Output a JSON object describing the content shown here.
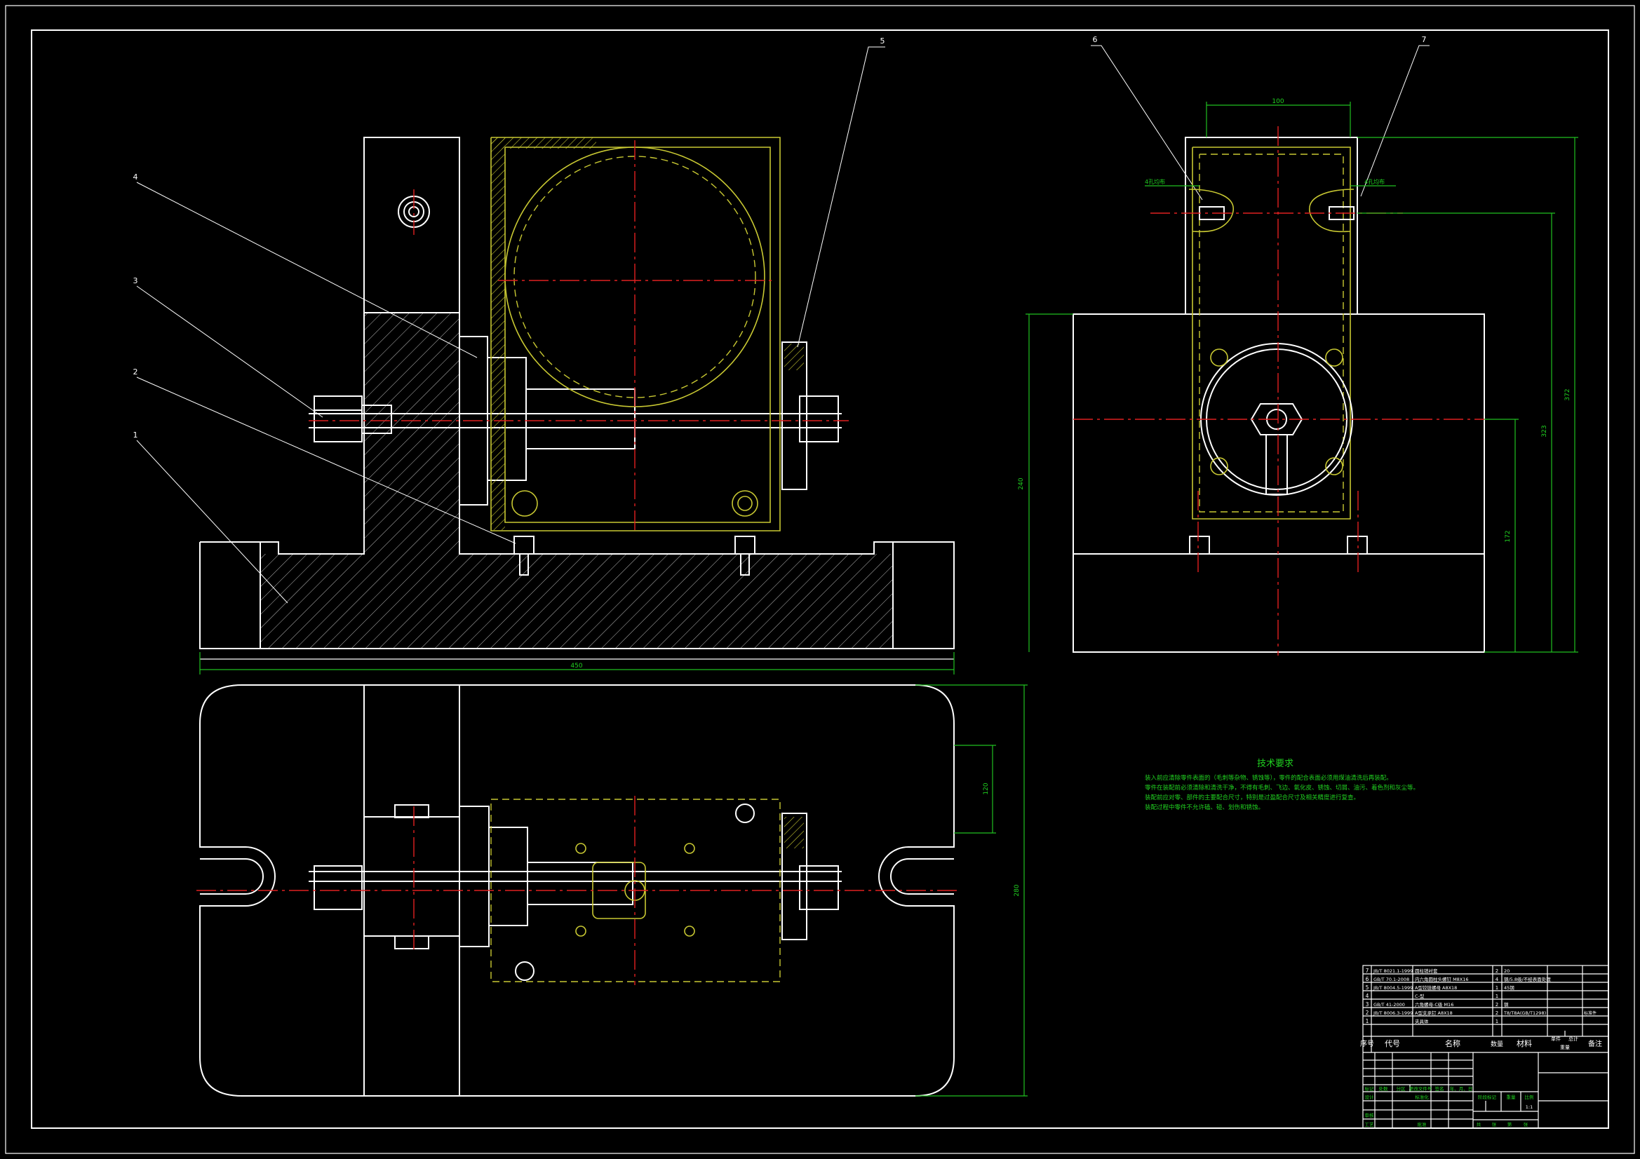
{
  "part_labels": [
    "1",
    "2",
    "3",
    "4",
    "5",
    "6",
    "7"
  ],
  "dimensions": {
    "front_overall_width": "450",
    "top_inner_height": "120",
    "top_overall_height": "280",
    "side_width_top": "100",
    "side_height_left": "240",
    "side_height_a": "172",
    "side_height_b": "323",
    "side_height_c": "372",
    "side_note_left": "4孔均布",
    "side_note_right": "4孔均布"
  },
  "tech_requirements": {
    "title": "技术要求",
    "lines": [
      "装入前应清除零件表面的（毛刺等杂物、锈蚀等），零件的配合表面必须用煤油清洗后再装配。",
      "零件在装配前必须清除和清洗干净，不得有毛刺、飞边、氧化皮、锈蚀、切屑、油污、着色剂和灰尘等。",
      "装配前应对零、部件的主要配合尺寸，特别是过盈配合尺寸及相关精度进行复查。",
      "装配过程中零件不允许磕、碰、划伤和锈蚀。"
    ]
  },
  "bom": {
    "rows": [
      {
        "no": "7",
        "code": "JB/T 8021.1-1999",
        "name": "圆柱销衬套",
        "qty": "2",
        "material": "20",
        "note": ""
      },
      {
        "no": "6",
        "code": "GB/T 70.1-2008",
        "name": "内六角圆柱头螺钉 M8X16",
        "qty": "4",
        "material": "钢/5.8级",
        "note": "钢/5.8级/不经表面处理"
      },
      {
        "no": "5",
        "code": "JB/T 8004.5-1999",
        "name": "A型铰链螺母 A8X18",
        "qty": "1",
        "material": "45钢",
        "note": ""
      },
      {
        "no": "4",
        "code": "",
        "name": "C-型",
        "qty": "1",
        "material": "",
        "note": ""
      },
      {
        "no": "3",
        "code": "GB/T 41-2000",
        "name": "六角螺母-C级 M16",
        "qty": "2",
        "material": "钢",
        "note": ""
      },
      {
        "no": "2",
        "code": "JB/T 8006.3-1999",
        "name": "A型支承钉 A8X18",
        "qty": "2",
        "material": "T8/T8A(GB/T1298)",
        "note": "标准件"
      },
      {
        "no": "1",
        "code": "",
        "name": "夹具体",
        "qty": "1",
        "material": "",
        "note": ""
      }
    ],
    "headers": {
      "no": "序号",
      "code": "代号",
      "name": "名称",
      "qty": "数量",
      "material": "材料",
      "unit_weight": "单件",
      "total_weight": "总计",
      "weight": "重量",
      "note": "备注"
    },
    "title_block": {
      "r1": [
        "标记",
        "处数",
        "分区",
        "更改文件号",
        "签名",
        "年、月、日"
      ],
      "design": "设计",
      "standardize": "标准化",
      "review": "审核",
      "process": "工艺",
      "approve": "批准",
      "stage_mark": "阶段标记",
      "weight": "重量",
      "scale": "比例",
      "scale_value": "1:1",
      "sheets_total": "共",
      "sheet_unit": "张",
      "sheet_no": "第"
    }
  }
}
